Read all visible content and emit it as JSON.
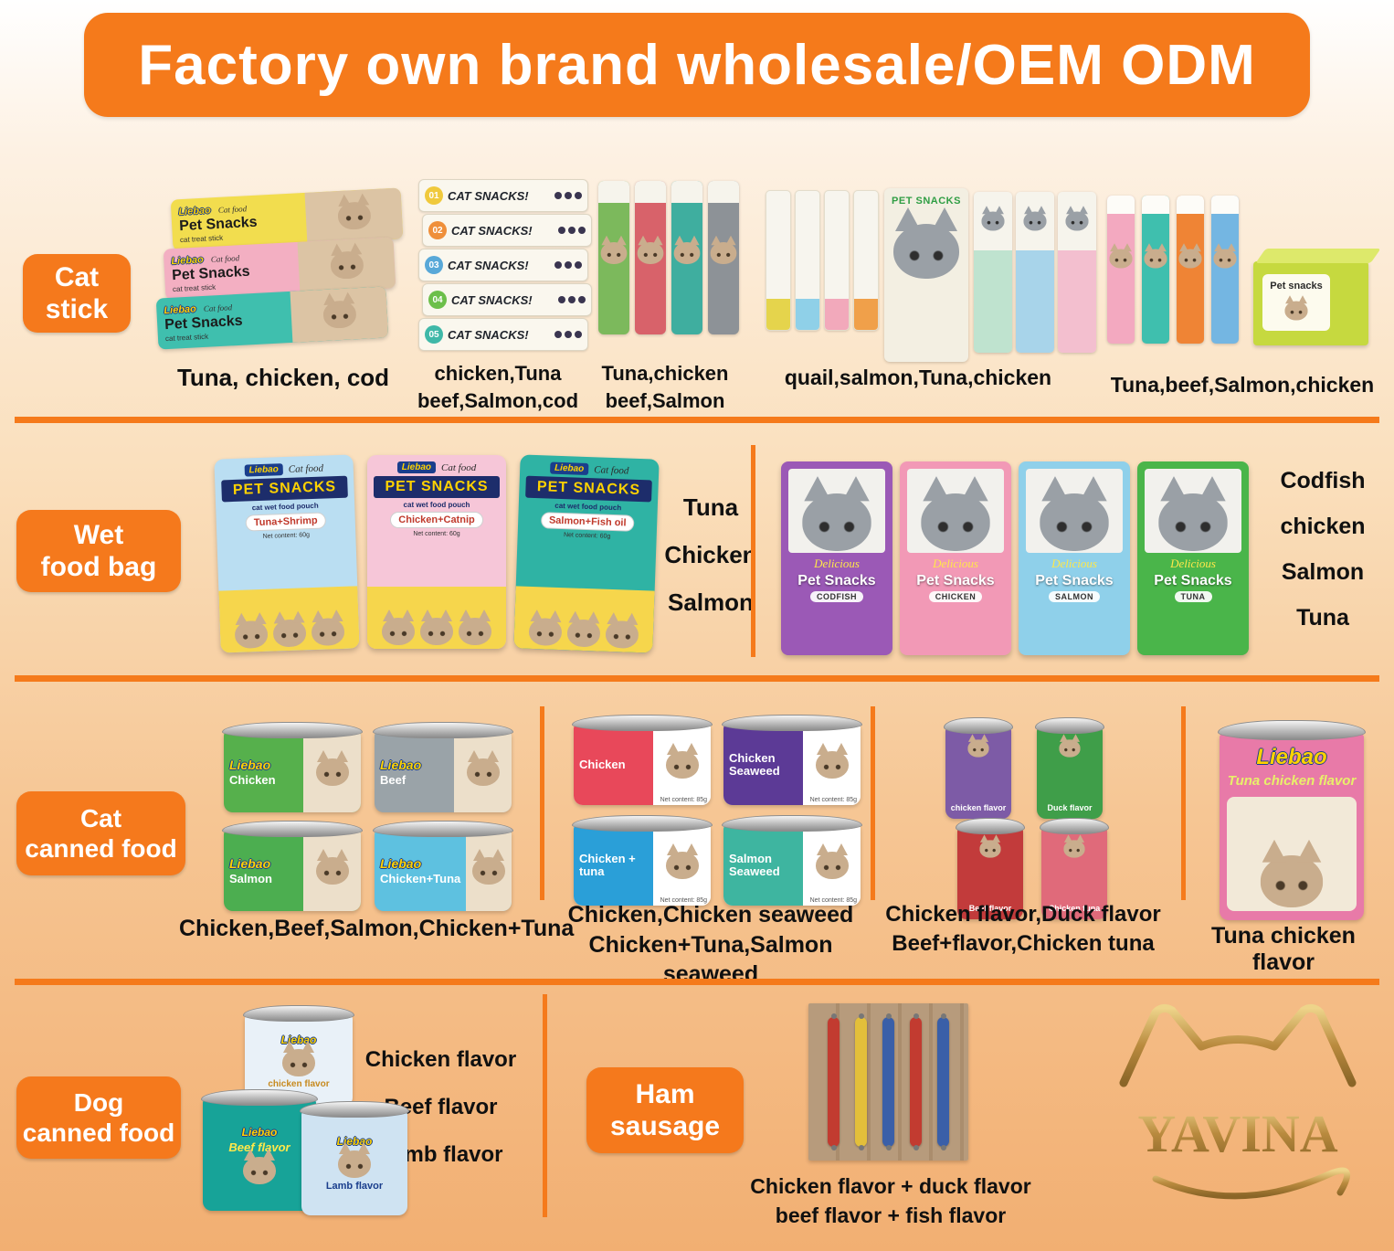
{
  "header": {
    "title": "Factory own brand wholesale/OEM ODM"
  },
  "theme": {
    "accent": "#f5791c",
    "banner_text": "#ffffff",
    "caption": "#101010",
    "bg_top": "#ffffff",
    "bg_bottom": "#f2af72",
    "brand_yellow": "#ffd200",
    "brand_navy": "#1a3e8c"
  },
  "cat_stick": {
    "label1": "Cat",
    "label2": "stick",
    "g1": {
      "brand": "Liebao",
      "tagline": "Cat food",
      "product": "Pet Snacks",
      "sub": "cat treat stick",
      "caption": "Tuna, chicken, cod"
    },
    "g2": {
      "title": "CAT SNACKS!",
      "nums": [
        "01",
        "02",
        "03",
        "04",
        "05"
      ],
      "caption1": "chicken,Tuna",
      "caption2": "beef,Salmon,cod"
    },
    "g3": {
      "caption1": "Tuna,chicken",
      "caption2": "beef,Salmon"
    },
    "g4": {
      "title": "PET SNACKS",
      "caption": "quail,salmon,Tuna,chicken"
    },
    "g5": {
      "box_label": "Pet snacks",
      "caption": "Tuna,beef,Salmon,chicken"
    }
  },
  "wet_food": {
    "label1": "Wet",
    "label2": "food bag",
    "brand": "Liebao",
    "tagline": "Cat food",
    "product": "PET SNACKS",
    "sub": "cat wet food pouch",
    "net": "Net content: 60g",
    "pouches": [
      {
        "flavor": "Tuna+Shrimp"
      },
      {
        "flavor": "Chicken+Catnip"
      },
      {
        "flavor": "Salmon+Fish oil"
      }
    ],
    "caption_list": [
      "Tuna",
      "Chicken",
      "Salmon"
    ],
    "right": {
      "script": "Delicious",
      "product": "Pet Snacks",
      "pouches": [
        {
          "flavor": "CODFISH"
        },
        {
          "flavor": "CHICKEN"
        },
        {
          "flavor": "SALMON"
        },
        {
          "flavor": "TUNA"
        }
      ],
      "caption_list": [
        "Codfish",
        "chicken",
        "Salmon",
        "Tuna"
      ]
    }
  },
  "cat_canned": {
    "label1": "Cat",
    "label2": "canned food",
    "brand": "Liebao",
    "gA": {
      "cans": [
        "Chicken",
        "Beef",
        "Salmon",
        "Chicken+Tuna"
      ],
      "caption": "Chicken,Beef,Salmon,Chicken+Tuna"
    },
    "gB": {
      "cans": [
        "Chicken",
        "Chicken Seaweed",
        "Chicken + tuna",
        "Salmon Seaweed"
      ],
      "net": "Net content: 85g",
      "caption1": "Chicken,Chicken seaweed",
      "caption2": "Chicken+Tuna,Salmon seaweed"
    },
    "gC": {
      "cans": [
        "chicken flavor",
        "Duck flavor",
        "Beef flavor",
        "Chicken tuna"
      ],
      "caption1": "Chicken flavor,Duck flavor",
      "caption2": "Beef+flavor,Chicken tuna"
    },
    "gD": {
      "flavor": "Tuna chicken flavor",
      "caption": "Tuna chicken flavor"
    }
  },
  "dog_canned": {
    "label1": "Dog",
    "label2": "canned food",
    "brand": "Liebao",
    "cans": [
      "chicken flavor",
      "Beef flavor",
      "Lamb flavor"
    ],
    "caption_list": [
      "Chicken flavor",
      "Beef flavor",
      "Lamb flavor"
    ]
  },
  "ham": {
    "label1": "Ham",
    "label2": "sausage",
    "caption1": "Chicken flavor + duck flavor",
    "caption2": "beef flavor + fish flavor"
  },
  "logo": {
    "text": "YAVINA"
  }
}
